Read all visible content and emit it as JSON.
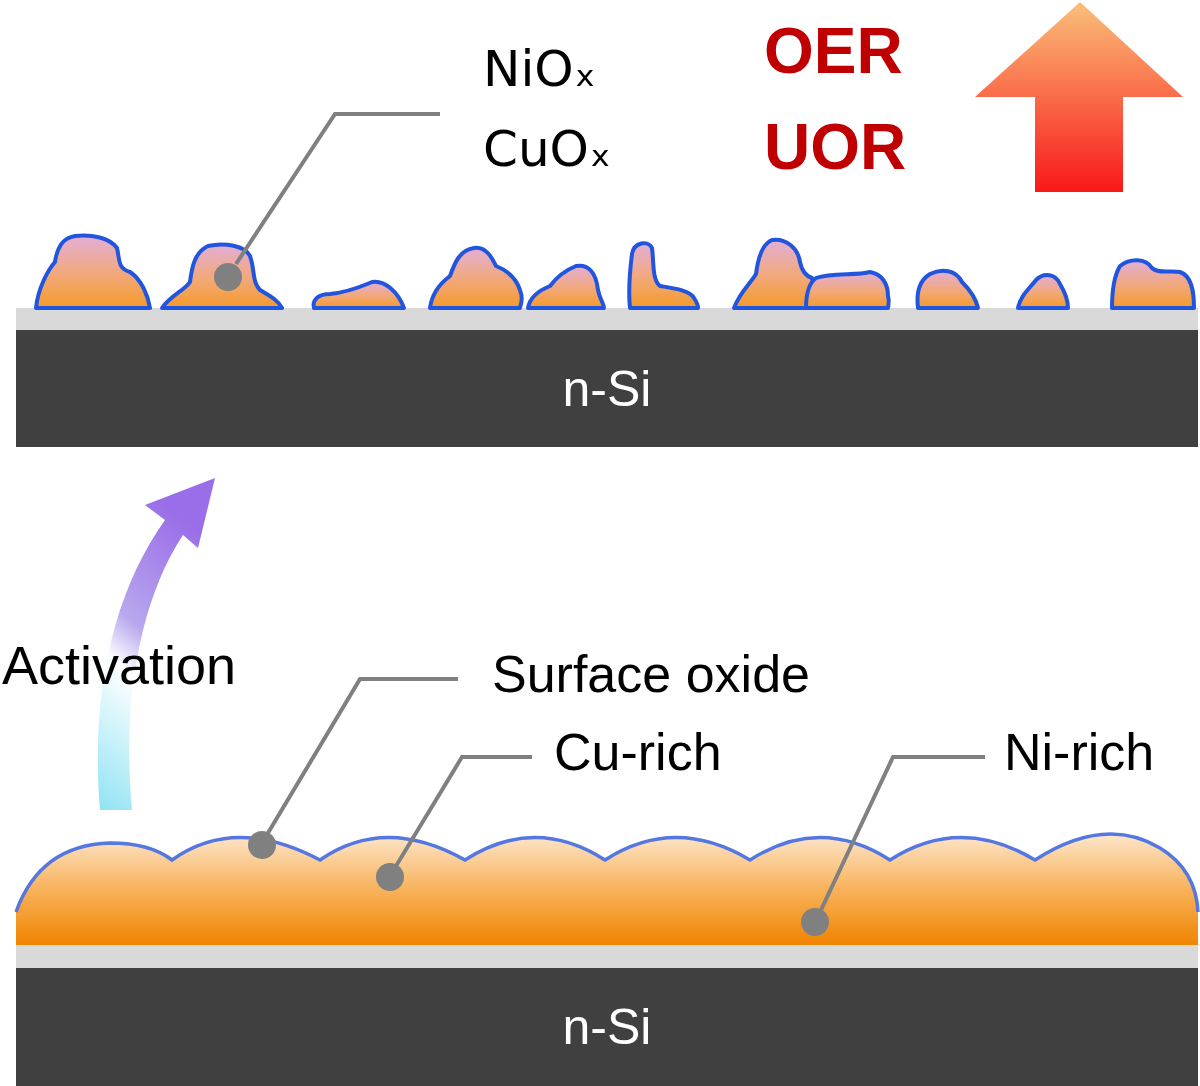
{
  "diagram": {
    "nodes": [
      {
        "text": [
          "n-Si"
        ]
      },
      {
        "text": [
          "n-Si"
        ]
      }
    ],
    "labels": [
      "NiOₓ",
      "CuOₓ",
      "OER",
      "UOR",
      "Activation",
      "Surface oxide",
      "Cu-rich",
      "Ni-rich"
    ]
  }
}
